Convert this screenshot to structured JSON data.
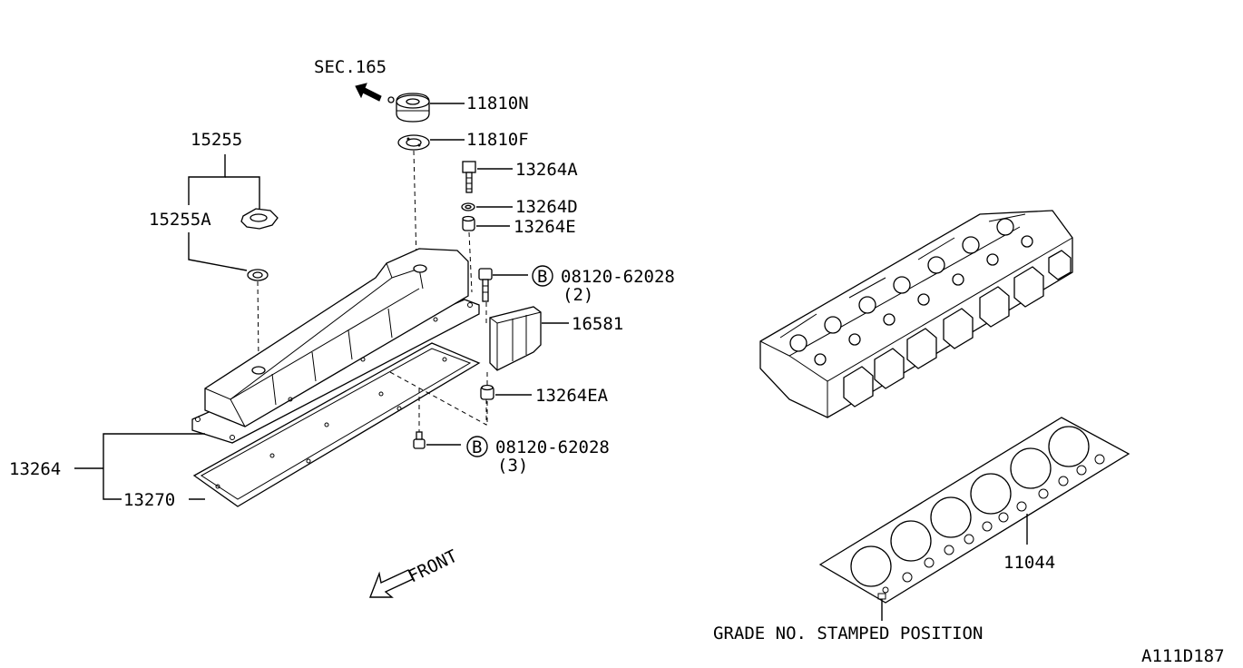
{
  "diagram": {
    "drawing_code": "A111D187",
    "section_ref": "SEC.165",
    "front_label": "FRONT",
    "grade_note": "GRADE NO. STAMPED POSITION",
    "bolt_symbol": "B",
    "callouts": {
      "breather": "11810N",
      "breather_seal": "11810F",
      "cap_assy": "15255",
      "cap_gasket": "15255A",
      "bolt": "13264A",
      "washer": "13264D",
      "grommet": "13264E",
      "bolt_upper_part_no": "08120-62028",
      "bolt_upper_qty": "(2)",
      "baffle": "16581",
      "grommet_a": "13264EA",
      "bolt_lower_part_no": "08120-62028",
      "bolt_lower_qty": "(3)",
      "rocker_cover_assy": "13264",
      "rocker_cover_gasket": "13270",
      "head_gasket": "11044"
    }
  }
}
